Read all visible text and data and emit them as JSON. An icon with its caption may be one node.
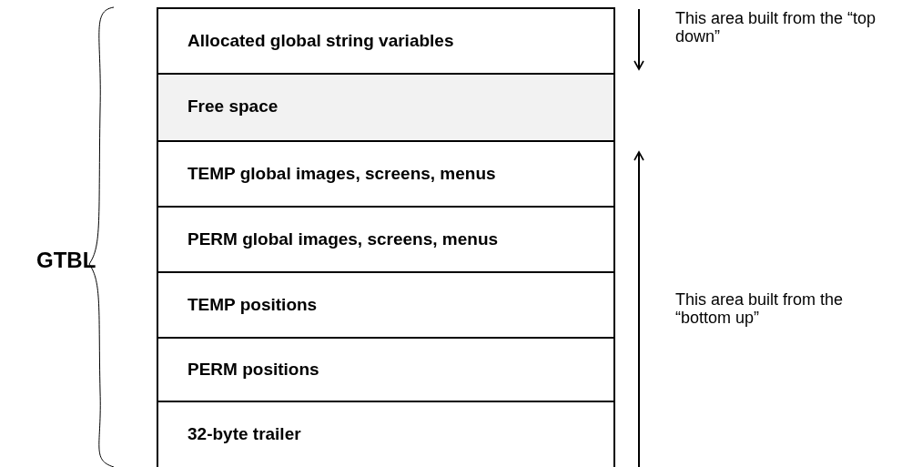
{
  "diagram": {
    "nodes": [
      {
        "text": [
          "Allocated global string variables"
        ]
      },
      {
        "text": [
          "Free space"
        ]
      },
      {
        "text": [
          "TEMP global images, screens, menus"
        ]
      },
      {
        "text": [
          "PERM global images, screens, menus"
        ]
      },
      {
        "text": [
          "TEMP positions"
        ]
      },
      {
        "text": [
          "PERM positions"
        ]
      },
      {
        "text": [
          "32-byte trailer"
        ]
      }
    ],
    "edges": [],
    "labels": [
      "This area built from the “top down”",
      "GTBL",
      "This area built from the “bottom up”"
    ]
  }
}
